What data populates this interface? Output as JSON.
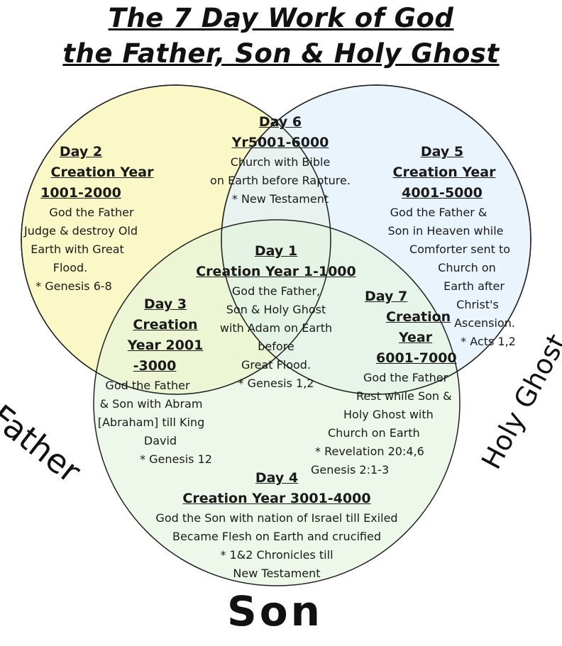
{
  "title": {
    "line1": "The 7 Day Work of God",
    "line2": "the Father, Son & Holy Ghost"
  },
  "circles": {
    "father": {
      "label": "Father",
      "fill": "#fbf8c8"
    },
    "holy_ghost": {
      "label": "Holy Ghost",
      "fill": "#e3f0fc"
    },
    "son": {
      "label": "Son",
      "fill": "#e2f4dc"
    }
  },
  "days": {
    "day1": {
      "headings": [
        "Day 1",
        "Creation Year 1-1000"
      ],
      "lines": [
        "God the Father,",
        "Son & Holy Ghost",
        "with Adam on Earth",
        "before",
        "Great Flood.",
        "* Genesis 1,2"
      ]
    },
    "day2": {
      "headings": [
        "Day 2",
        "Creation Year",
        "1001-2000"
      ],
      "lines": [
        "God the Father",
        "Judge & destroy Old",
        "Earth with Great",
        "Flood.",
        "* Genesis 6-8"
      ]
    },
    "day3": {
      "headings": [
        "Day 3",
        "Creation",
        "Year 2001",
        "-3000"
      ],
      "lines": [
        "God the Father",
        "& Son with Abram",
        "[Abraham] till King",
        "David",
        "* Genesis 12"
      ]
    },
    "day4": {
      "headings": [
        "Day 4",
        "Creation Year 3001-4000"
      ],
      "lines": [
        "God the Son with nation of Israel till Exiled",
        "Became Flesh on Earth and crucified",
        "* 1&2 Chronicles till",
        "New Testament"
      ]
    },
    "day5": {
      "headings": [
        "Day 5",
        "Creation Year",
        "4001-5000"
      ],
      "lines": [
        "God the Father &",
        "Son in Heaven while",
        "Comforter sent to",
        "Church on",
        "Earth after",
        "Christ's",
        "Ascension.",
        "* Acts 1,2"
      ]
    },
    "day6": {
      "headings": [
        "Day 6",
        "Yr5001-6000"
      ],
      "lines": [
        "Church with Bible",
        "on Earth before Rapture.",
        "* New Testament"
      ]
    },
    "day7": {
      "headings": [
        "Day 7",
        "Creation",
        "Year",
        "6001-7000"
      ],
      "lines": [
        "God the Father",
        "Rest while Son &",
        "Holy Ghost with",
        "Church on Earth",
        "* Revelation 20:4,6",
        "Genesis 2:1-3"
      ]
    }
  }
}
